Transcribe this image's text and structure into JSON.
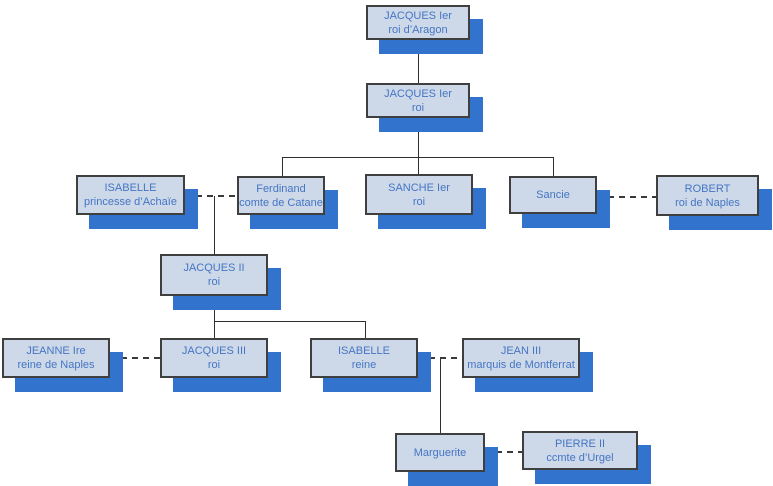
{
  "diagram": {
    "type": "genealogy-org-chart",
    "subject": "House of Aragon / Majorca family tree",
    "colors": {
      "box_fill": "#cdd9e8",
      "box_border": "#3f3f3f",
      "box_shadow": "#3273cd",
      "text": "#4575c4",
      "connector": "#2f2f2f",
      "background": "#ffffff"
    }
  },
  "nodes": {
    "jacques1_aragon": {
      "line1": "JACQUES Ier",
      "line2": "roi d’Aragon"
    },
    "jacques1_roi": {
      "line1": "JACQUES Ier",
      "line2": "roi"
    },
    "isabelle_achaie": {
      "line1": "ISABELLE",
      "line2": "princesse d’Achaïe"
    },
    "ferdinand": {
      "line1": "Ferdinand",
      "line2": "comte de Catane"
    },
    "sanche": {
      "line1": "SANCHE Ier",
      "line2": "roi"
    },
    "sancie": {
      "line1": "Sancie",
      "line2": ""
    },
    "robert": {
      "line1": "ROBERT",
      "line2": "roi de Naples"
    },
    "jacques2": {
      "line1": "JACQUES II",
      "line2": "roi"
    },
    "jeanne": {
      "line1": "JEANNE Ire",
      "line2": "reine de Naples"
    },
    "jacques3": {
      "line1": "JACQUES III",
      "line2": "roi"
    },
    "isabelle_reine": {
      "line1": "ISABELLE",
      "line2": "reine"
    },
    "jean3": {
      "line1": "JEAN III",
      "line2": "marquis de Montferrat"
    },
    "marguerite": {
      "line1": "Marguerite",
      "line2": ""
    },
    "pierre2": {
      "line1": "PIERRE II",
      "line2": "ccmte d’Urgel"
    }
  },
  "relations": {
    "descents": [
      "JACQUES Ier roi d’Aragon -> JACQUES Ier roi",
      "JACQUES Ier roi -> Ferdinand comte de Catane",
      "JACQUES Ier roi -> SANCHE Ier roi",
      "JACQUES Ier roi -> Sancie",
      "ISABELLE princesse d’Achaïe + Ferdinand -> JACQUES II roi",
      "JACQUES II roi -> JACQUES III roi",
      "JACQUES II roi -> ISABELLE reine",
      "ISABELLE reine + JEAN III -> Marguerite"
    ],
    "marriages": [
      "ISABELLE princesse d’Achaïe — Ferdinand comte de Catane",
      "Sancie — ROBERT roi de Naples",
      "JEANNE Ire reine de Naples — JACQUES III roi",
      "ISABELLE reine — JEAN III marquis de Montferrat",
      "Marguerite — PIERRE II ccmte d’Urgel"
    ]
  }
}
